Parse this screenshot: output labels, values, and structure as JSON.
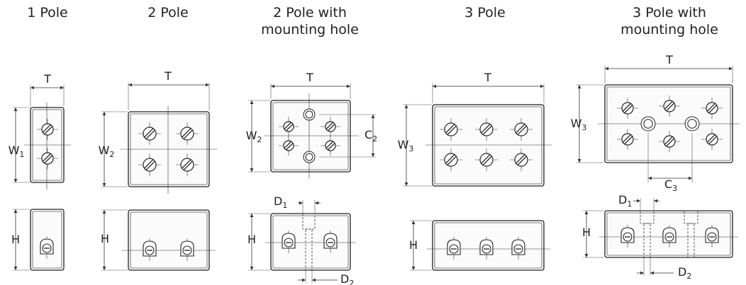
{
  "titles": {
    "pole1": [
      "1 Pole"
    ],
    "pole2": [
      "2 Pole"
    ],
    "pole2m": [
      "2 Pole with",
      "mounting hole"
    ],
    "pole3": [
      "3 Pole"
    ],
    "pole3m": [
      "3 Pole with",
      "mounting hole"
    ]
  },
  "dims": {
    "T": "T",
    "H": "H",
    "W1": {
      "main": "W",
      "sub": "1"
    },
    "W2": {
      "main": "W",
      "sub": "2"
    },
    "W3": {
      "main": "W",
      "sub": "3"
    },
    "C2": {
      "main": "C",
      "sub": "2"
    },
    "C3": {
      "main": "C",
      "sub": "3"
    },
    "D1": {
      "main": "D",
      "sub": "1"
    },
    "D2": {
      "main": "D",
      "sub": "2"
    }
  }
}
